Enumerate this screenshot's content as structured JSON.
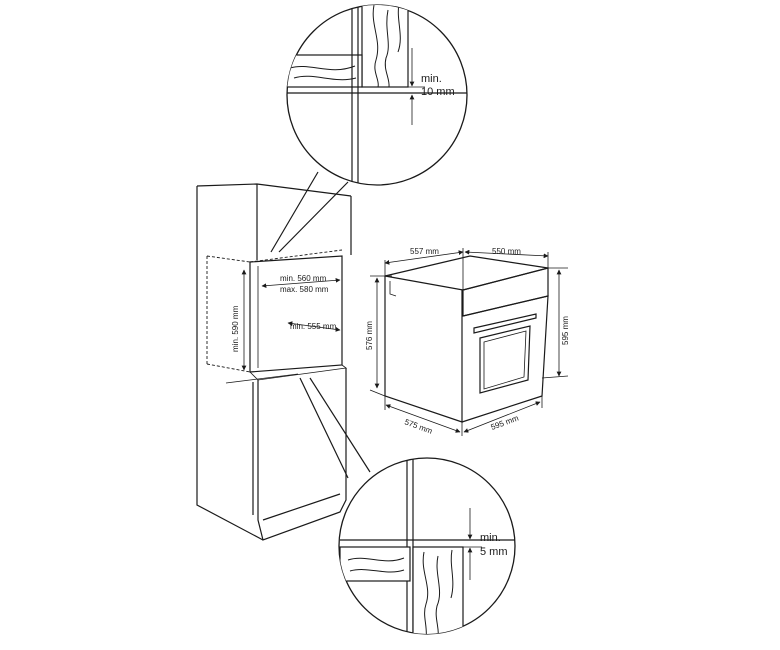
{
  "diagram": {
    "top_detail": {
      "min": "min.",
      "value": "10 mm"
    },
    "bottom_detail": {
      "min": "min.",
      "value": "5 mm"
    },
    "cabinet": {
      "width_min": "min. 560 mm",
      "width_max": "max. 580 mm",
      "depth_min": "min. 555 mm",
      "height_min": "min. 590 mm"
    },
    "oven": {
      "depth_top": "557 mm",
      "width_top": "550 mm",
      "side_height": "576 mm",
      "front_height": "595 mm",
      "bottom_depth": "575 mm",
      "bottom_width": "595 mm"
    }
  }
}
